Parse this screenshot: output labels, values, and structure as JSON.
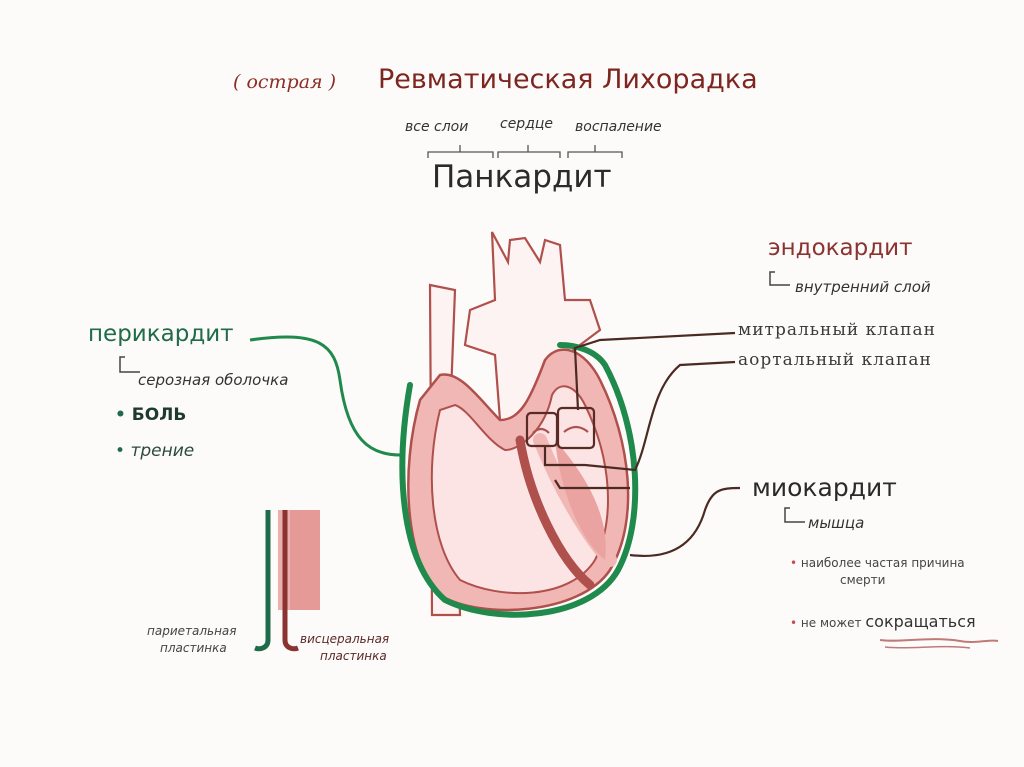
{
  "title": {
    "prefix": "( острая )",
    "main": "Ревматическая Лихорадка"
  },
  "etymology": {
    "parts": [
      "все слои",
      "сердце",
      "воспаление"
    ],
    "word": "Панкардит"
  },
  "endocarditis": {
    "heading": "эндокардит",
    "sub": "внутренний слой",
    "valves": [
      "митральный клапан",
      "аортальный клапан"
    ]
  },
  "pericarditis": {
    "heading": "перикардит",
    "sub": "серозная оболочка",
    "bullets": [
      "боль",
      "трение"
    ]
  },
  "myocarditis": {
    "heading": "миокардит",
    "sub": "мышца",
    "bullets": [
      "наиболее частая причина",
      "смерти"
    ],
    "bullet2_prefix": "не может",
    "bullet2_emph": "сокращаться"
  },
  "layers": {
    "parietal": [
      "париетальная",
      "пластинка"
    ],
    "visceral": [
      "висцеральная",
      "пластинка"
    ]
  },
  "colors": {
    "maroon": "#8a3330",
    "green": "#1f8a4c",
    "heart_fill": "#f1b7b5",
    "heart_stroke": "#b0504c"
  }
}
